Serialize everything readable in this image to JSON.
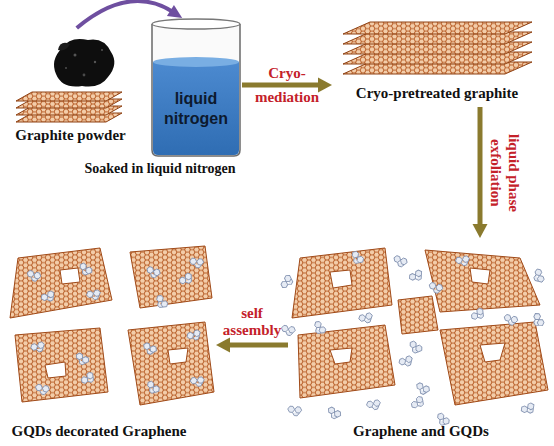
{
  "diagram": {
    "nodes": [
      {
        "text": [
          "Graphite powder"
        ]
      },
      {
        "text": [
          "liquid nitrogen"
        ]
      },
      {
        "text": [
          "Cryo-pretreated graphite"
        ]
      },
      {
        "text": [
          "Graphene and GQDs"
        ]
      },
      {
        "text": [
          "GQDs decorated Graphene"
        ]
      }
    ],
    "edges": [
      {
        "from": 0,
        "to": 1,
        "arrow": "to"
      },
      {
        "from": 1,
        "to": 2,
        "label": "Cryo- mediation",
        "arrow": "to"
      },
      {
        "from": 2,
        "to": 3,
        "label": "liquid phase exfoliation",
        "arrow": "to"
      },
      {
        "from": 3,
        "to": 4,
        "label": "self assembly",
        "arrow": "to"
      }
    ],
    "labels": [
      "Soaked in liquid nitrogen"
    ]
  }
}
